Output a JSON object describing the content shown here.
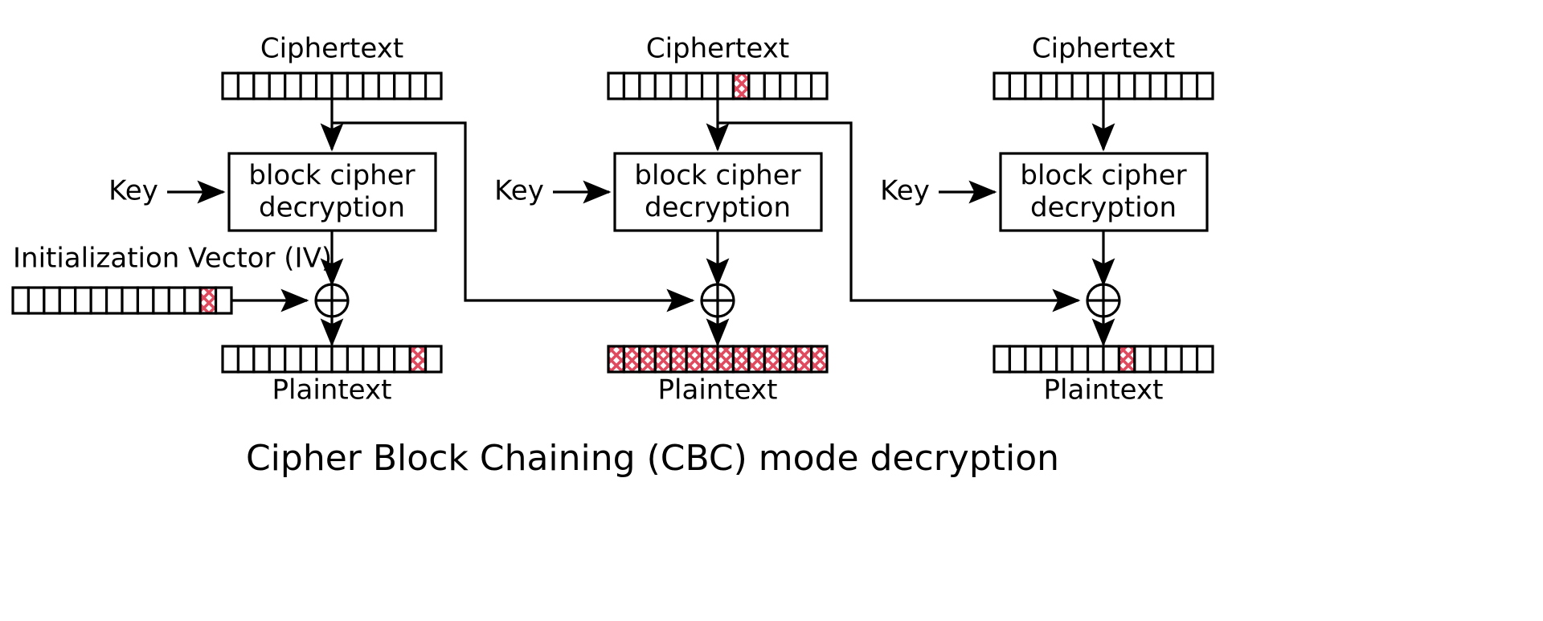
{
  "diagram": {
    "title": "Cipher Block Chaining (CBC) mode decryption",
    "background_color": "#ffffff",
    "line_color": "#000000",
    "highlight_color": "#e04a5f",
    "cells_per_block": 14,
    "labels": {
      "ciphertext": "Ciphertext",
      "plaintext": "Plaintext",
      "key": "Key",
      "iv": "Initialization Vector (IV)",
      "block_cipher_line1": "block cipher",
      "block_cipher_line2": "decryption",
      "xor": "⊕"
    },
    "iv": {
      "label": "Initialization Vector (IV)",
      "cells": 14,
      "highlighted_cells": [
        12
      ],
      "highlight_style": "crosshatch"
    },
    "stages": [
      {
        "index": 1,
        "ciphertext": {
          "label": "Ciphertext",
          "cells": 14,
          "highlighted_cells": [],
          "highlight_style": "none"
        },
        "cipher_box": {
          "line1": "block cipher",
          "line2": "decryption"
        },
        "key_label": "Key",
        "xor_symbol": "⊕",
        "plaintext": {
          "label": "Plaintext",
          "cells": 14,
          "highlighted_cells": [
            12
          ],
          "highlight_style": "crosshatch"
        }
      },
      {
        "index": 2,
        "ciphertext": {
          "label": "Ciphertext",
          "cells": 14,
          "highlighted_cells": [
            8
          ],
          "highlight_style": "crosshatch"
        },
        "cipher_box": {
          "line1": "block cipher",
          "line2": "decryption"
        },
        "key_label": "Key",
        "xor_symbol": "⊕",
        "plaintext": {
          "label": "Plaintext",
          "cells": 14,
          "highlighted_cells": [
            0,
            1,
            2,
            3,
            4,
            5,
            6,
            7,
            8,
            9,
            10,
            11,
            12,
            13
          ],
          "highlight_style": "crosshatch"
        }
      },
      {
        "index": 3,
        "ciphertext": {
          "label": "Ciphertext",
          "cells": 14,
          "highlighted_cells": [],
          "highlight_style": "none"
        },
        "cipher_box": {
          "line1": "block cipher",
          "line2": "decryption"
        },
        "key_label": "Key",
        "xor_symbol": "⊕",
        "plaintext": {
          "label": "Plaintext",
          "cells": 14,
          "highlighted_cells": [
            8
          ],
          "highlight_style": "crosshatch"
        }
      }
    ]
  }
}
